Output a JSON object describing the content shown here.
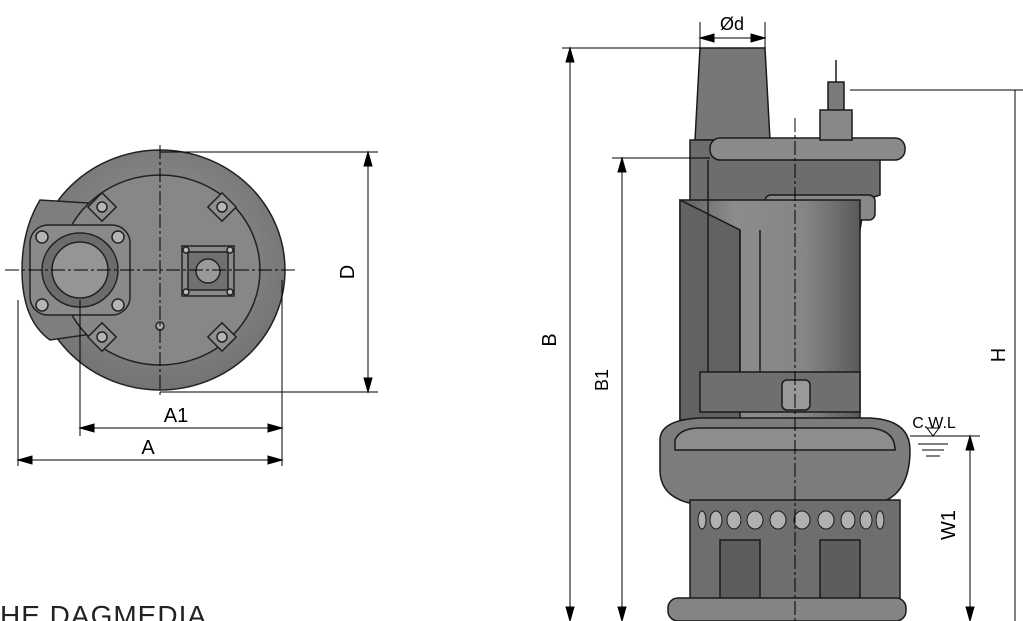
{
  "labels": {
    "d": "Ød",
    "b": "B",
    "b1": "B1",
    "h": "H",
    "w1": "W1",
    "cwl": "C.W.L",
    "d_width": "D",
    "a": "A",
    "a1": "A1"
  },
  "footer_text": "HE DAGMEDIA"
}
